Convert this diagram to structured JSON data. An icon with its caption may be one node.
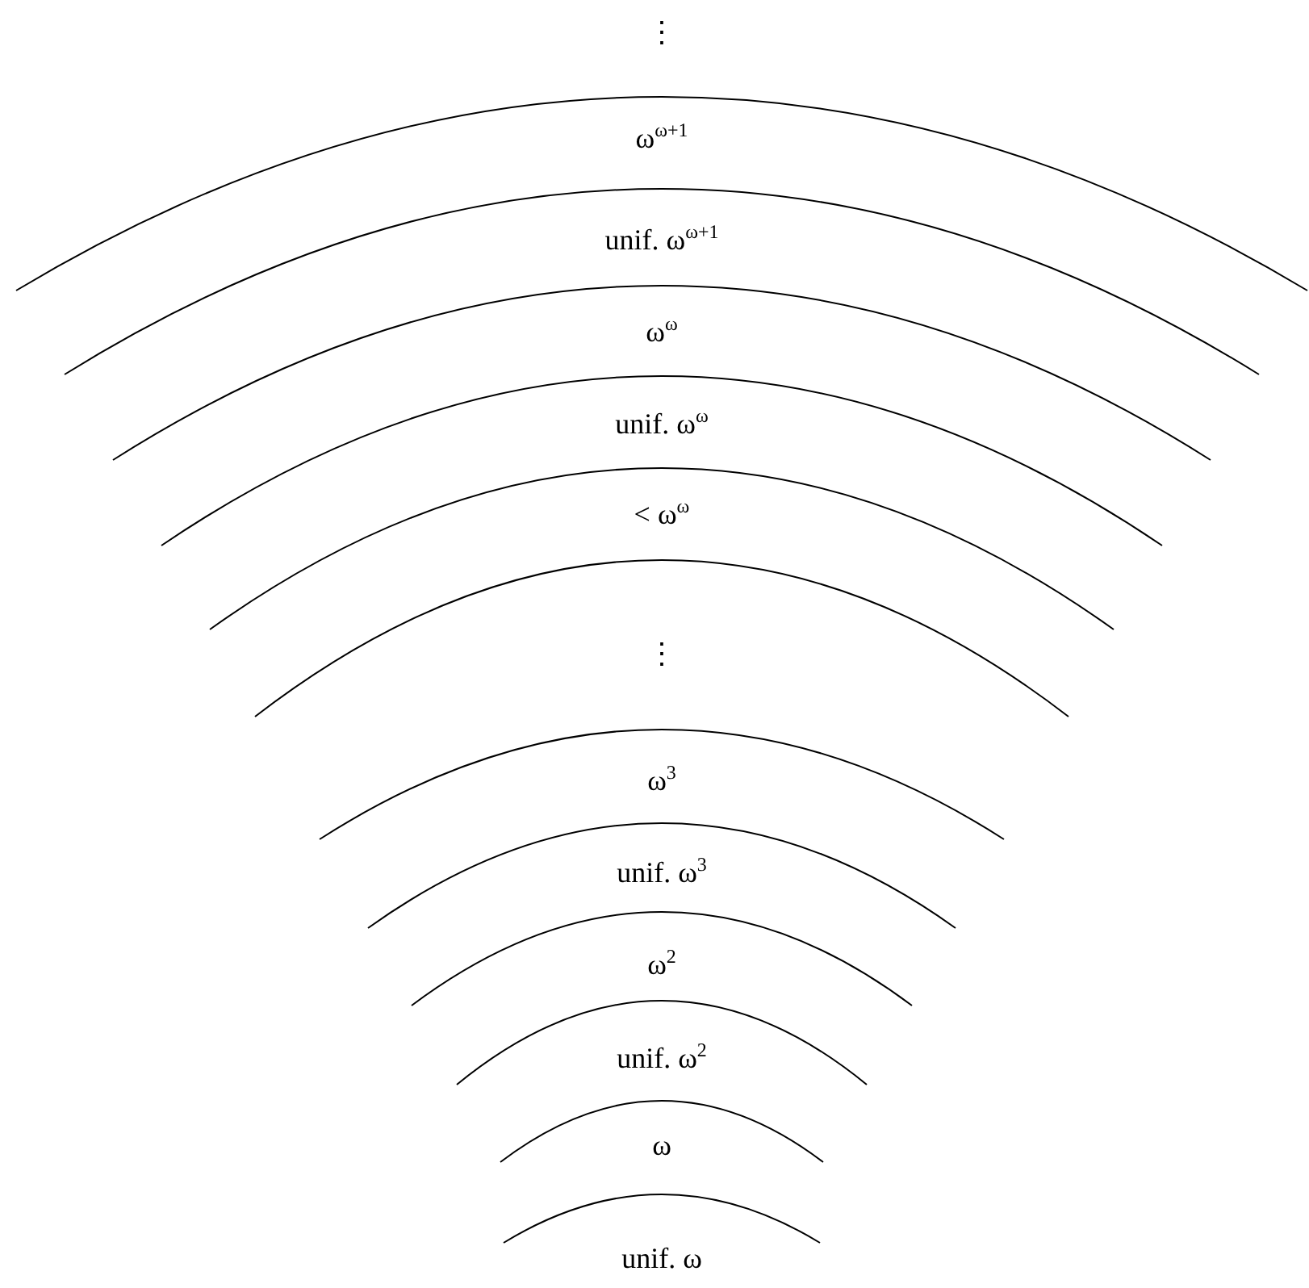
{
  "diagram": {
    "labels": [
      "⋮",
      "ω$^{ω+1}$",
      "unif. ω$^{ω+1}$",
      "ω$^{ω}$",
      "unif. ω$^{ω}$",
      "< ω$^{ω}$",
      "⋮",
      "ω$^{3}$",
      "unif. ω$^{3}$",
      "ω$^{2}$",
      "unif. ω$^{2}$",
      "ω",
      "unif. ω"
    ]
  }
}
